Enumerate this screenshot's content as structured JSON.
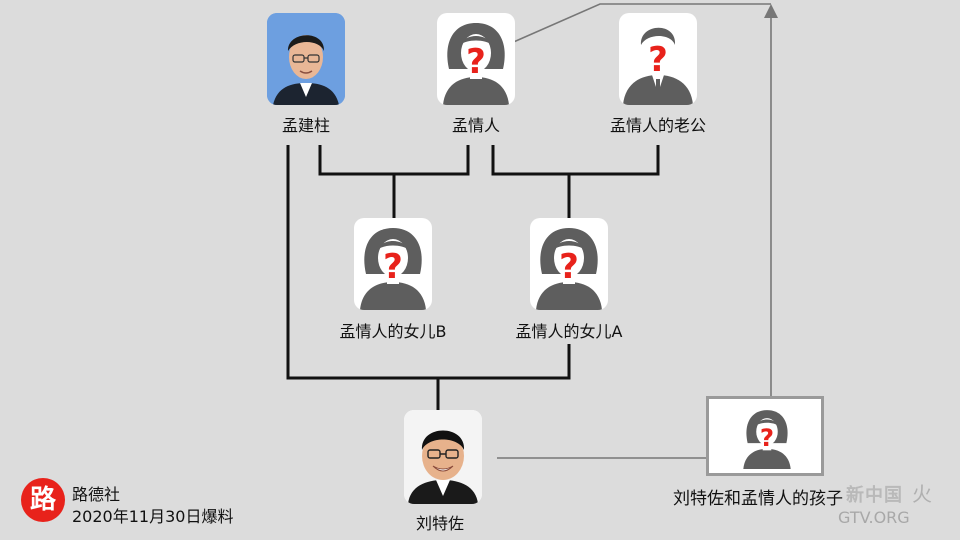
{
  "people": {
    "meng_jianzhu": {
      "name": "孟建柱",
      "icon": "person-photo-icon"
    },
    "mistress": {
      "name": "孟情人",
      "icon": "unknown-woman-icon"
    },
    "mistress_husband": {
      "name": "孟情人的老公",
      "icon": "unknown-man-icon"
    },
    "daughter_b": {
      "name": "孟情人的女儿B",
      "icon": "unknown-woman-icon"
    },
    "daughter_a": {
      "name": "孟情人的女儿A",
      "icon": "unknown-woman-icon"
    },
    "jho_low": {
      "name": "刘特佐",
      "icon": "person-photo-icon"
    },
    "child": {
      "name": "刘特佐和孟情人的孩子",
      "icon": "unknown-woman-icon"
    }
  },
  "unknown_mark": "?",
  "source": {
    "badge": "路",
    "line1": "路德社",
    "line2": "2020年11月30日爆料"
  },
  "watermark": {
    "line1": "新中国",
    "line2": "GTV.ORG",
    "line3": "火"
  },
  "colors": {
    "background": "#dcdcdc",
    "line": "#111111",
    "thin_line": "#777777",
    "silhouette": "#5e5e5e",
    "question": "#e8221b",
    "badge": "#e8221b"
  }
}
